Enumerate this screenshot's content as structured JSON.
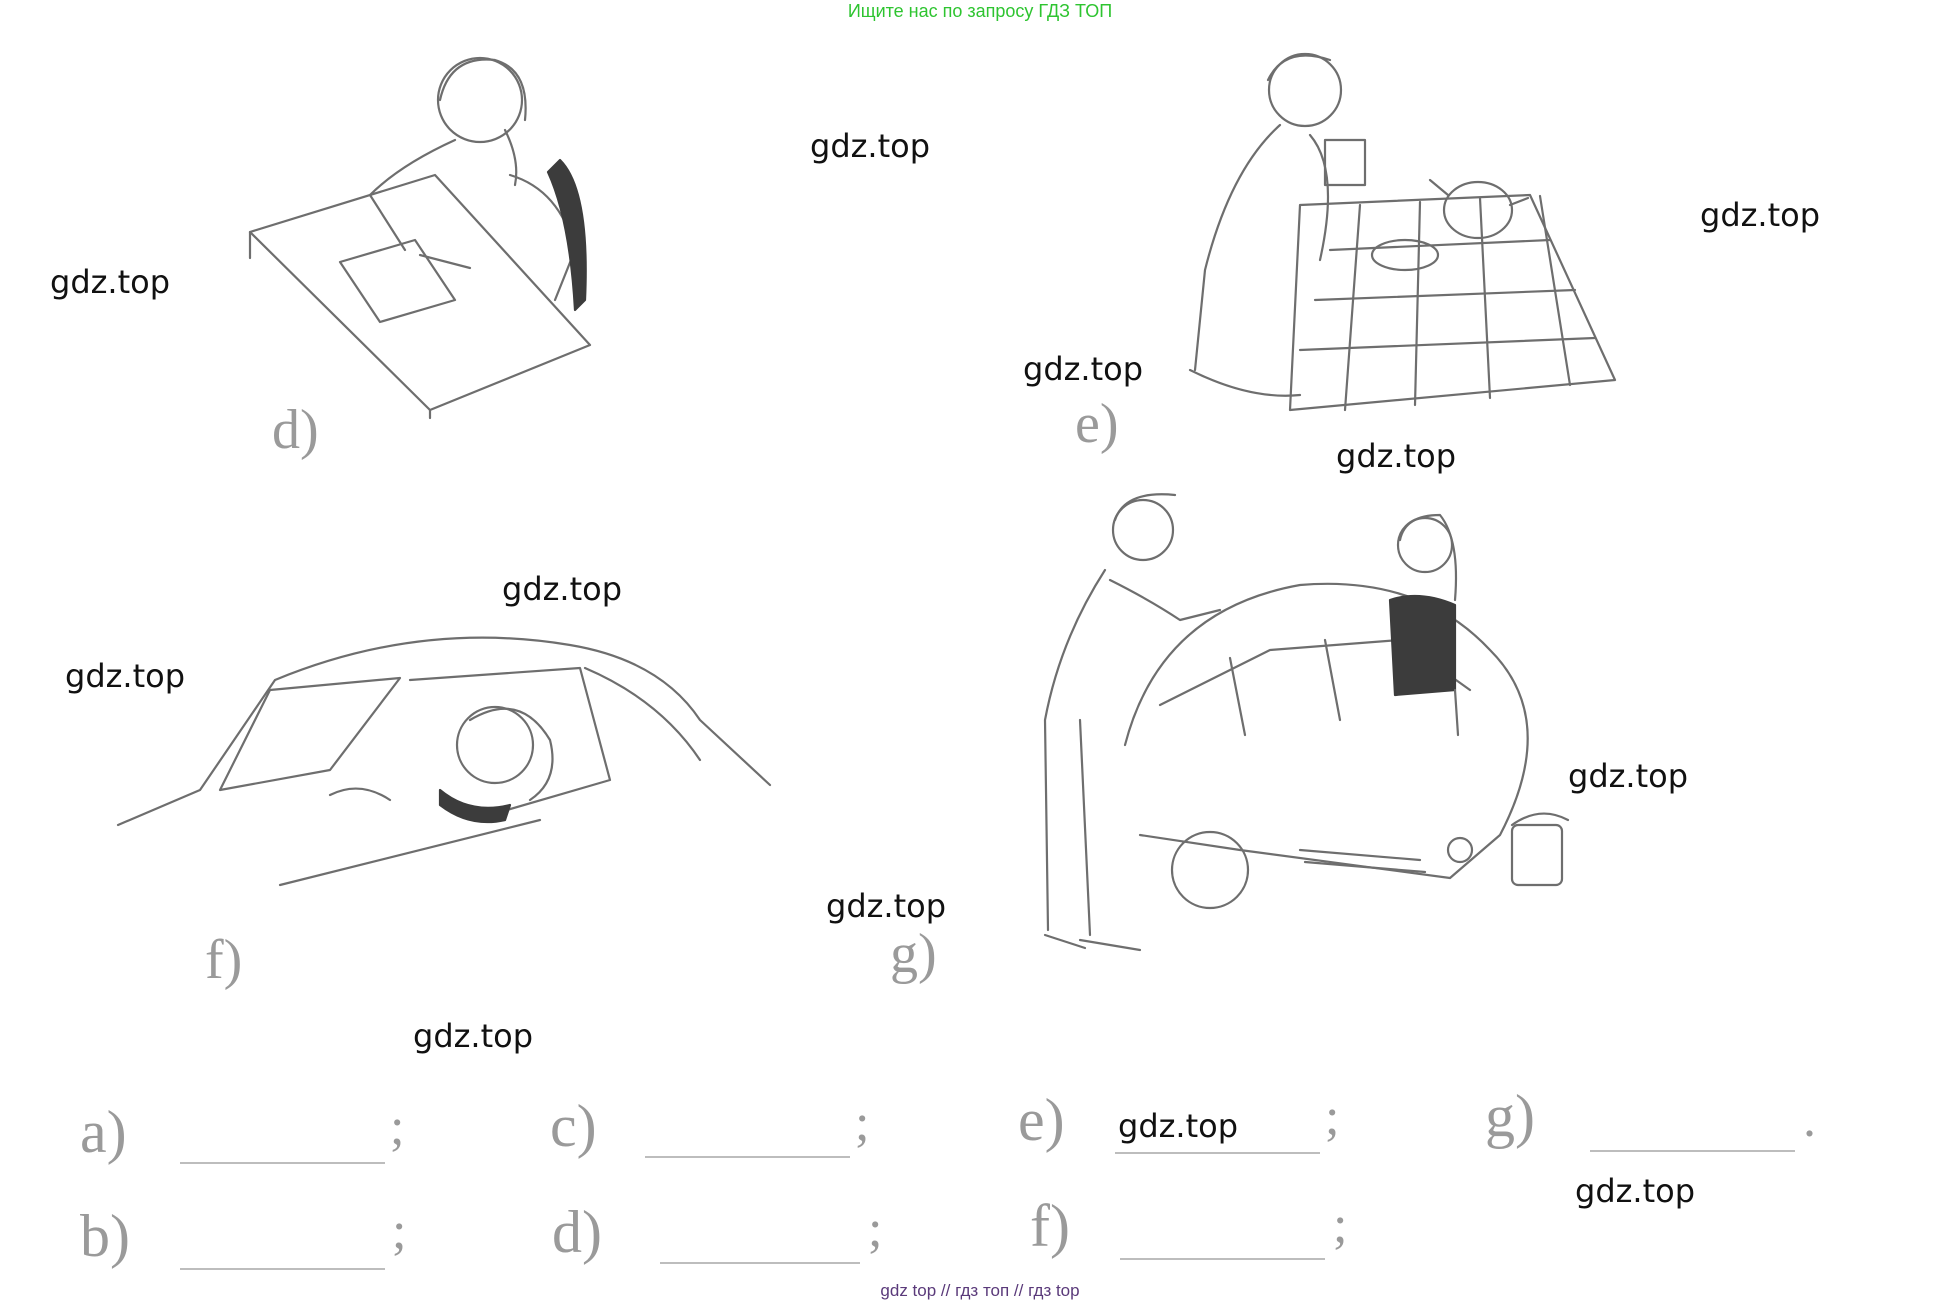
{
  "banner": "Ищите нас по запросу ГДЗ ТОП",
  "watermark": "gdz.top",
  "scenes": {
    "d": "d)",
    "e": "e)",
    "f": "f)",
    "g": "g)"
  },
  "answers": [
    {
      "label": "a)",
      "punct": ";"
    },
    {
      "label": "b)",
      "punct": ";"
    },
    {
      "label": "c)",
      "punct": ";"
    },
    {
      "label": "d)",
      "punct": ";"
    },
    {
      "label": "e)",
      "punct": ";"
    },
    {
      "label": "f)",
      "punct": ";"
    },
    {
      "label": "g)",
      "punct": "."
    }
  ],
  "footer": "gdz top  //  гдз топ  //  гдз top",
  "colors": {
    "banner": "#2ec430",
    "footer": "#5a3a7a",
    "labels": "#9a9a9a"
  }
}
